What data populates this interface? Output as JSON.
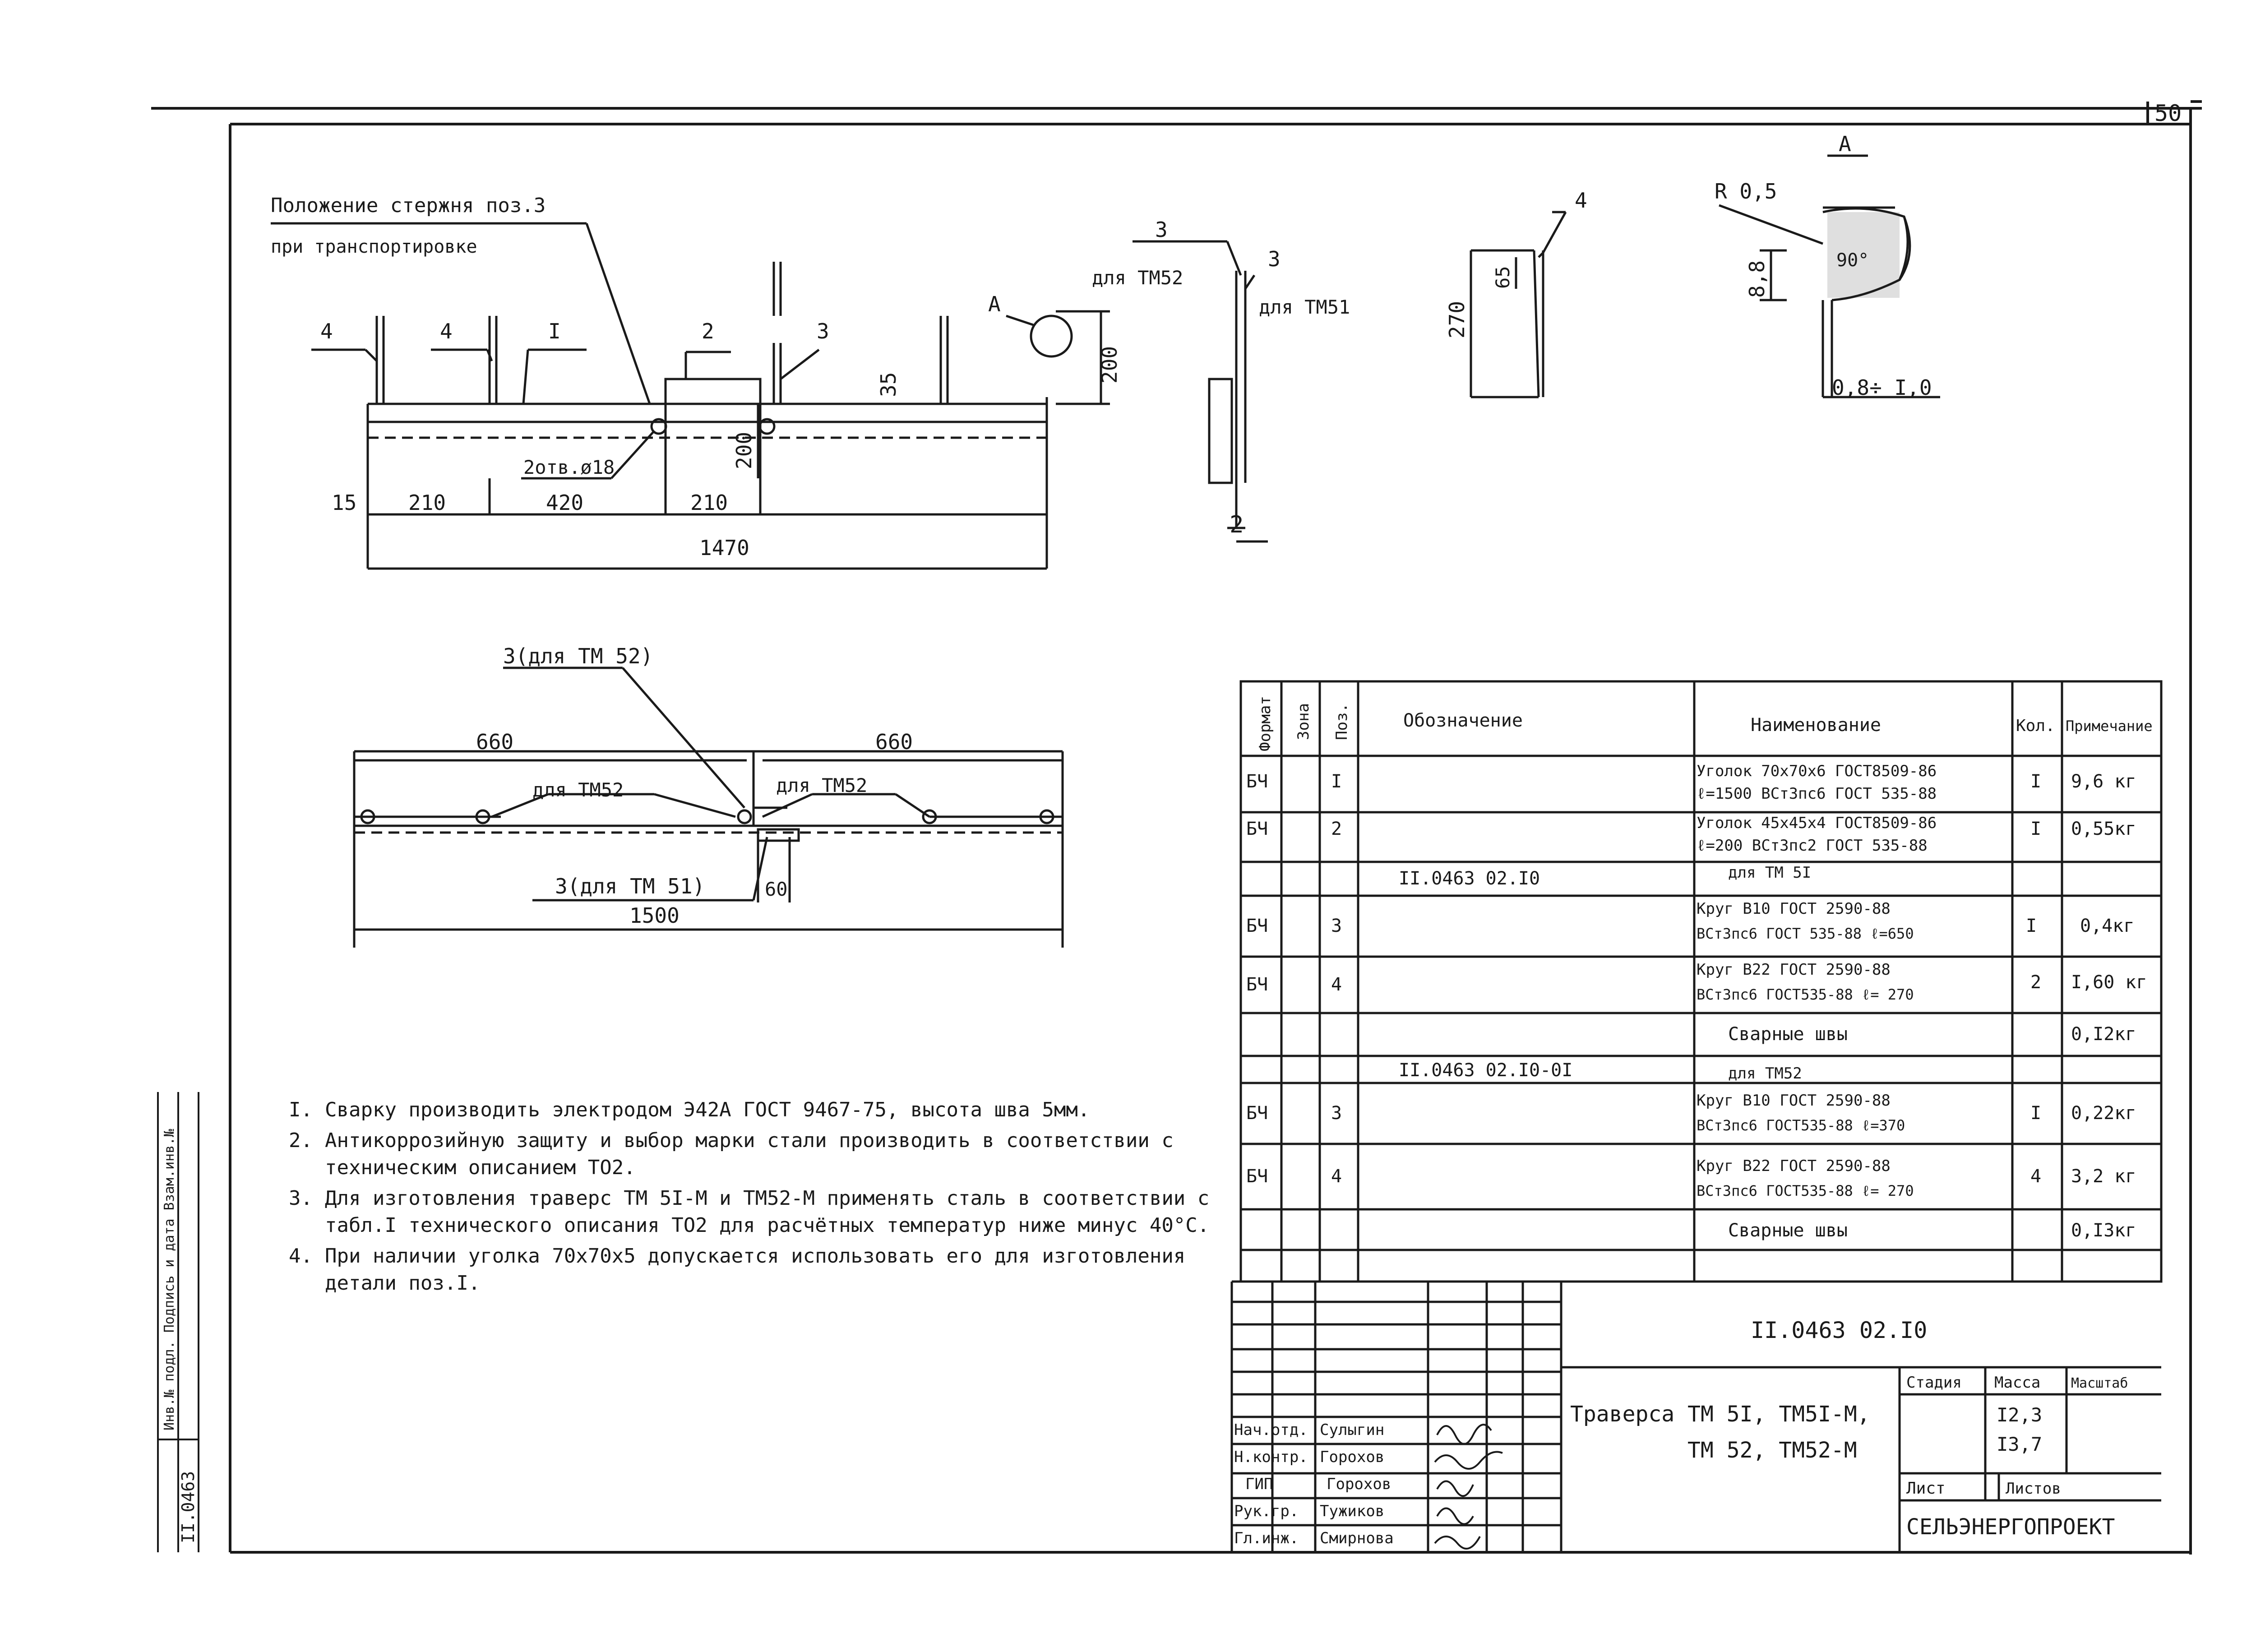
{
  "page_number": "50",
  "views": {
    "main": {
      "callout": "Положение стержня поз.3",
      "callout_2": "при транспортировке",
      "pos_labels": [
        "4",
        "4",
        "I",
        "2",
        "3",
        "A"
      ],
      "hole": "2отв.ø18",
      "dims": [
        "15",
        "210",
        "420",
        "210",
        "1470",
        "200",
        "200",
        "35"
      ]
    },
    "side": {
      "label_3a": "3",
      "label_3b": "3",
      "note_a": "для ТМ52",
      "note_b": "для ТМ51",
      "label_2": "2"
    },
    "post": {
      "label": "4",
      "dim_270": "270",
      "dim_65": "65"
    },
    "detail_a": {
      "title": "А",
      "radius": "R 0,5",
      "dim_88": "8,8",
      "angle": "90°",
      "gap": "0,8÷ I,0"
    },
    "lower": {
      "label_top": "3(для ТМ 52)",
      "dim_left": "660",
      "dim_right": "660",
      "note_left": "для ТМ52",
      "note_right": "для ТМ52",
      "label_bottom": "3(для ТМ 51)",
      "dim_60": "60",
      "dim_total": "1500"
    }
  },
  "notes": [
    {
      "num": "I.",
      "text": "Сварку производить электродом Э42А ГОСТ 9467-75, высота шва 5мм."
    },
    {
      "num": "2.",
      "text": "Антикоррозийную защиту и выбор марки стали производить в соответствии с техническим описанием ТО2."
    },
    {
      "num": "3.",
      "text": "Для изготовления траверс ТМ 5I-М и ТМ52-М применять сталь в соответствии с табл.I технического описания ТО2 для расчётных температур ниже минус 40°С."
    },
    {
      "num": "4.",
      "text": "При наличии уголка 70х70х5 допускается использовать его для изготовления детали поз.I."
    }
  ],
  "spec_table": {
    "headers": {
      "format": "Формат",
      "zone": "Зона",
      "pos": "Поз.",
      "designation": "Обозначение",
      "name": "Наименование",
      "qty": "Кол.",
      "note": "Примечание"
    },
    "rows": [
      {
        "format": "БЧ",
        "pos": "I",
        "designation": "",
        "name_1": "Уголок 70х70х6 ГОСТ8509-86",
        "name_2": "ℓ=1500 ВСт3пс6 ГОСТ 535-88",
        "qty": "I",
        "note": "9,6 кг"
      },
      {
        "format": "БЧ",
        "pos": "2",
        "designation": "",
        "name_1": "Уголок 45х45х4 ГОСТ8509-86",
        "name_2": "ℓ=200 ВСт3пс2 ГОСТ 535-88",
        "qty": "I",
        "note": "0,55кг"
      },
      {
        "format": "",
        "pos": "",
        "designation": "II.0463 02.I0",
        "name_1": "для ТМ 5I",
        "name_2": "",
        "qty": "",
        "note": ""
      },
      {
        "format": "БЧ",
        "pos": "3",
        "designation": "",
        "name_1": "Круг В10 ГОСТ 2590-88",
        "name_2": "ВСт3пс6 ГОСТ 535-88 ℓ=650",
        "qty": "I",
        "note": "0,4кг"
      },
      {
        "format": "БЧ",
        "pos": "4",
        "designation": "",
        "name_1": "Круг В22 ГОСТ 2590-88",
        "name_2": "ВСт3пс6 ГОСТ535-88 ℓ= 270",
        "qty": "2",
        "note": "I,60 кг"
      },
      {
        "format": "",
        "pos": "",
        "designation": "",
        "name_1": "Сварные швы",
        "name_2": "",
        "qty": "",
        "note": "0,I2кг"
      },
      {
        "format": "",
        "pos": "",
        "designation": "II.0463 02.I0-0I",
        "name_1": "для ТМ52",
        "name_2": "",
        "qty": "",
        "note": ""
      },
      {
        "format": "БЧ",
        "pos": "3",
        "designation": "",
        "name_1": "Круг В10 ГОСТ 2590-88",
        "name_2": "ВСт3пс6 ГОСТ535-88 ℓ=370",
        "qty": "I",
        "note": "0,22кг"
      },
      {
        "format": "БЧ",
        "pos": "4",
        "designation": "",
        "name_1": "Круг В22 ГОСТ 2590-88",
        "name_2": "ВСт3пс6 ГОСТ535-88 ℓ= 270",
        "qty": "4",
        "note": "3,2 кг"
      },
      {
        "format": "",
        "pos": "",
        "designation": "",
        "name_1": "Сварные швы",
        "name_2": "",
        "qty": "",
        "note": "0,I3кг"
      }
    ]
  },
  "title_block": {
    "doc_code": "II.0463 02.I0",
    "title_1": "Траверса ТМ 5I, ТМ5I-М,",
    "title_2": "ТМ 52,   ТМ52-М",
    "stage_label": "Стадия",
    "mass_label": "Масса",
    "scale_label": "Масштаб",
    "mass_1": "I2,3",
    "mass_2": "I3,7",
    "sheet_label": "Лист",
    "sheets_label": "Листов",
    "org": "СЕЛЬЭНЕРГОПРОЕКТ",
    "roles": [
      {
        "role": "Нач.отд.",
        "name": "Сулыгин"
      },
      {
        "role": "Н.контр.",
        "name": "Горохов"
      },
      {
        "role": "ГИП",
        "name": "Горохов"
      },
      {
        "role": "Рук.гр.",
        "name": "Тужиков"
      },
      {
        "role": "Гл.инж.",
        "name": "Смирнова"
      }
    ]
  },
  "side_stamp": {
    "label": "Инв.№ подл.  Подпись и дата  Взам.инв.№",
    "value": "II.0463"
  }
}
